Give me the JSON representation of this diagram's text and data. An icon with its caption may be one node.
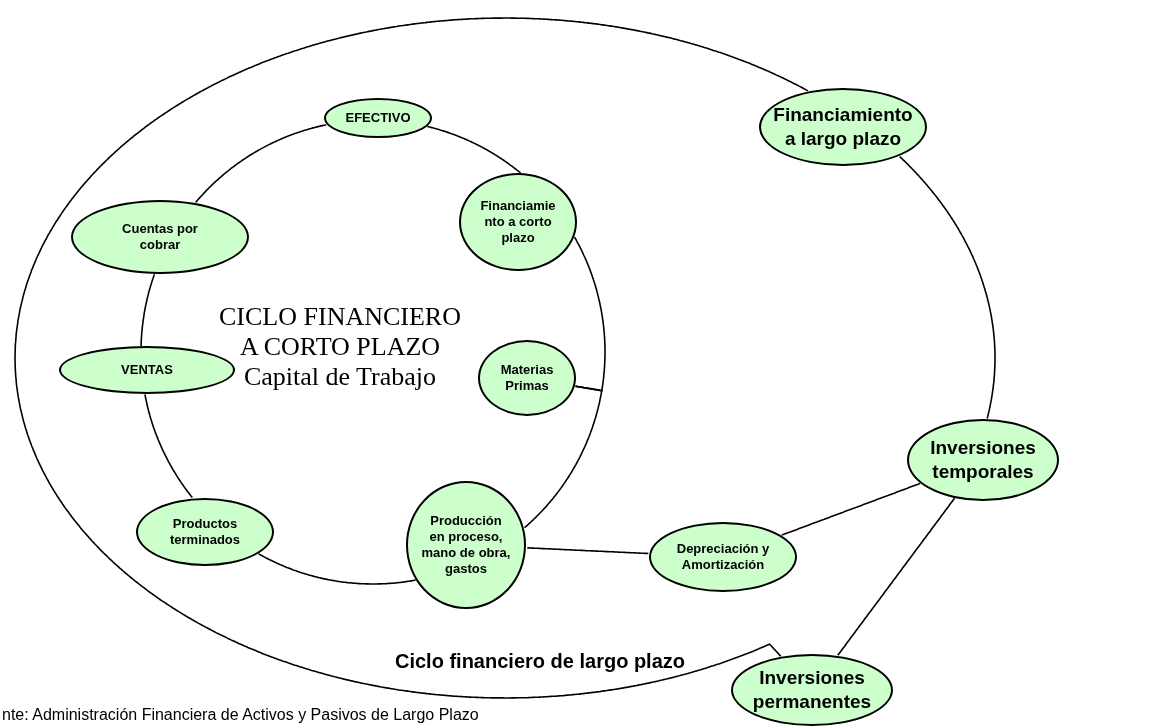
{
  "diagram": {
    "caption": "nte: Administración Financiera de Activos y Pasivos de Largo Plazo",
    "nodes": [
      {
        "text": [
          "EFECTIVO"
        ]
      },
      {
        "text": [
          "Financiamie nto a corto plazo"
        ]
      },
      {
        "text": [
          "Materias Primas"
        ]
      },
      {
        "text": [
          "Producción en proceso, mano de obra, gastos"
        ]
      },
      {
        "text": [
          "Productos terminados"
        ]
      },
      {
        "text": [
          "VENTAS"
        ]
      },
      {
        "text": [
          "Cuentas por cobrar"
        ]
      },
      {
        "text": [
          "Financiamiento a largo plazo"
        ]
      },
      {
        "text": [
          "Inversiones temporales"
        ]
      },
      {
        "text": [
          "Depreciación y Amortización"
        ]
      },
      {
        "text": [
          "Inversiones permanentes"
        ]
      }
    ],
    "edges": [
      {
        "from": 0,
        "to": 1,
        "arrow": "none"
      },
      {
        "from": 1,
        "to": 2,
        "arrow": "none"
      },
      {
        "from": 2,
        "to": 3,
        "arrow": "none"
      },
      {
        "from": 3,
        "to": 4,
        "arrow": "none"
      },
      {
        "from": 4,
        "to": 5,
        "arrow": "none"
      },
      {
        "from": 5,
        "to": 6,
        "arrow": "none"
      },
      {
        "from": 6,
        "to": 0,
        "arrow": "none"
      },
      {
        "from": 3,
        "to": 9,
        "arrow": "none"
      },
      {
        "from": 9,
        "to": 8,
        "arrow": "none"
      },
      {
        "from": 8,
        "to": 7,
        "arrow": "none"
      },
      {
        "from": 7,
        "to": 10,
        "arrow": "none"
      },
      {
        "from": 10,
        "to": 8,
        "arrow": "none"
      }
    ],
    "labels": [
      "CICLO FINANCIERO A CORTO PLAZO Capital de Trabajo",
      "Ciclo financiero de largo plazo"
    ]
  }
}
